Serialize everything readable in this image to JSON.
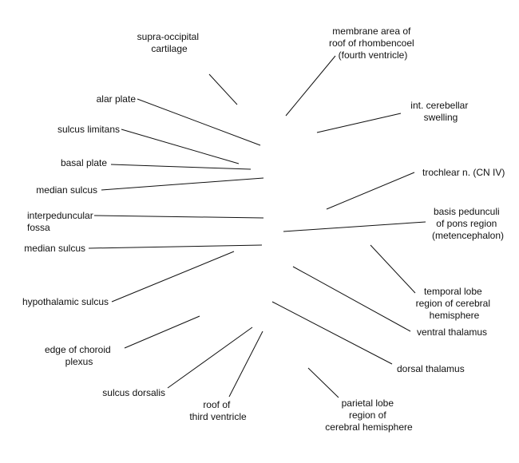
{
  "labels": {
    "supra_occipital_cartilage": [
      "supra-occipital",
      "cartilage"
    ],
    "membrane_area": [
      "membrane area of",
      "roof of rhombencoel",
      "(fourth ventricle)"
    ],
    "alar_plate": [
      "alar plate"
    ],
    "int_cerebellar_swelling": [
      "int. cerebellar",
      "swelling"
    ],
    "sulcus_limitans": [
      "sulcus limitans"
    ],
    "basal_plate": [
      "basal plate"
    ],
    "trochlear_n": [
      "trochlear n. (CN IV)"
    ],
    "median_sulcus_upper": [
      "median sulcus"
    ],
    "interpeduncular_fossa": [
      "interpeduncular",
      "fossa"
    ],
    "basis_pedunculi": [
      "basis pedunculi",
      "of pons region",
      "(metencephalon)"
    ],
    "median_sulcus_lower": [
      "median sulcus"
    ],
    "hypothalamic_sulcus": [
      "hypothalamic sulcus"
    ],
    "temporal_lobe": [
      "temporal lobe",
      "region of cerebral",
      "hemisphere"
    ],
    "ventral_thalamus": [
      "ventral thalamus"
    ],
    "edge_of_choroid_plexus": [
      "edge of choroid",
      "plexus"
    ],
    "dorsal_thalamus": [
      "dorsal thalamus"
    ],
    "sulcus_dorsalis": [
      "sulcus dorsalis"
    ],
    "roof_of_third_ventricle": [
      "roof of",
      "third ventricle"
    ],
    "parietal_lobe": [
      "parietal lobe",
      "region of",
      "cerebral hemisphere"
    ]
  }
}
